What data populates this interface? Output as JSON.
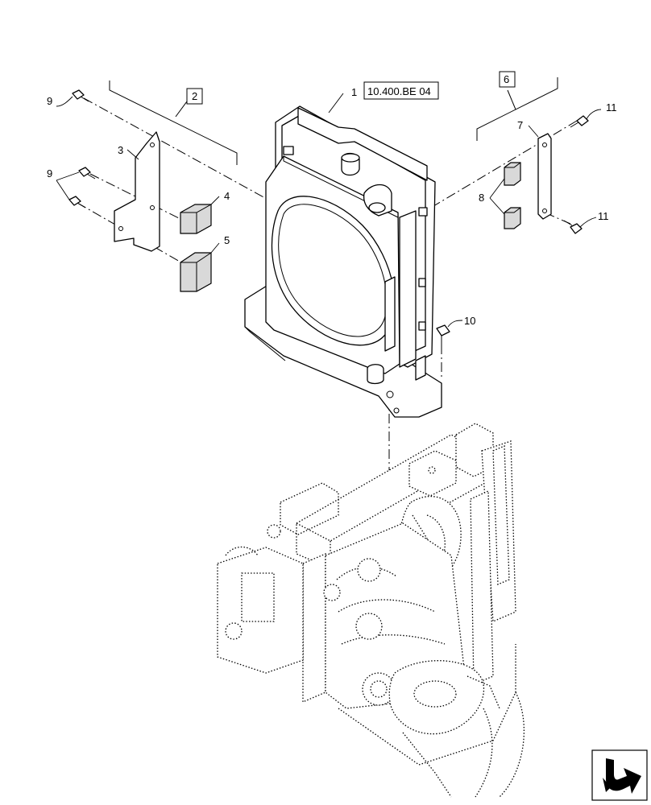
{
  "diagram": {
    "reference_code": "10.400.BE 04",
    "callouts": {
      "radiator": "1",
      "kit_left": "2",
      "bracket_left": "3",
      "pad_upper": "4",
      "pad_lower": "5",
      "kit_right": "6",
      "bracket_right": "7",
      "pads_right": "8",
      "bolt_left_top": "9",
      "bolts_left": "9",
      "bolt_bottom": "10",
      "bolt_right_top": "11",
      "bolt_right_bottom": "11"
    },
    "nav_icon": "next-page-arrow-icon"
  }
}
